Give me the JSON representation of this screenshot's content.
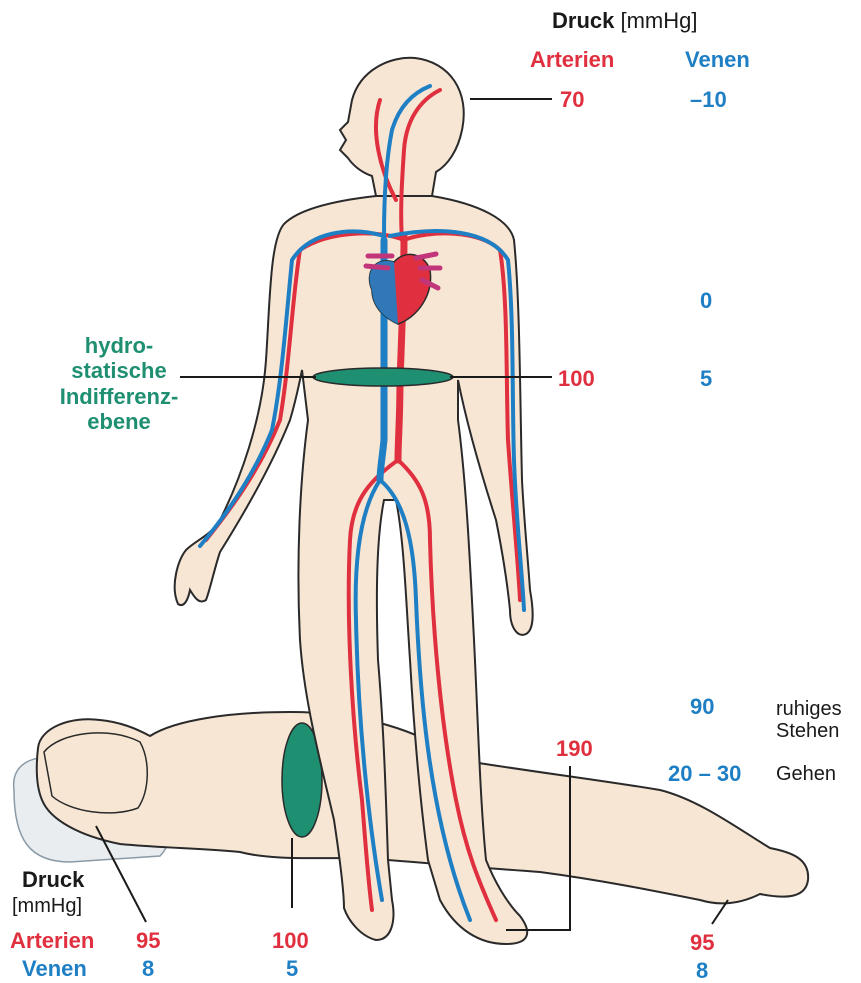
{
  "header": {
    "druck_bold": "Druck",
    "druck_unit": "[mmHg]",
    "arterien": "Arterien",
    "venen": "Venen"
  },
  "standing": {
    "head_arterial": "70",
    "head_venous": "–10",
    "heart_venous": "0",
    "indifference_arterial": "100",
    "indifference_venous": "5",
    "foot_arterial": "190",
    "foot_venous_standing": "90",
    "foot_venous_walking": "20 – 30",
    "standing_label_line1": "ruhiges",
    "standing_label_line2": "Stehen",
    "walking_label": "Gehen"
  },
  "indifference_plane": {
    "line1": "hydro-",
    "line2": "statische",
    "line3": "Indifferenz-",
    "line4": "ebene"
  },
  "lying": {
    "druck_bold": "Druck",
    "druck_unit": "[mmHg]",
    "arterien": "Arterien",
    "venen": "Venen",
    "head_arterial": "95",
    "head_venous": "8",
    "middle_arterial": "100",
    "middle_venous": "5",
    "foot_arterial": "95",
    "foot_venous": "8"
  },
  "colors": {
    "artery": "#e0303f",
    "vein": "#1f7fc4",
    "plane": "#1f8f72",
    "skin": "#f7e6d4",
    "outline": "#2a2a2a"
  }
}
